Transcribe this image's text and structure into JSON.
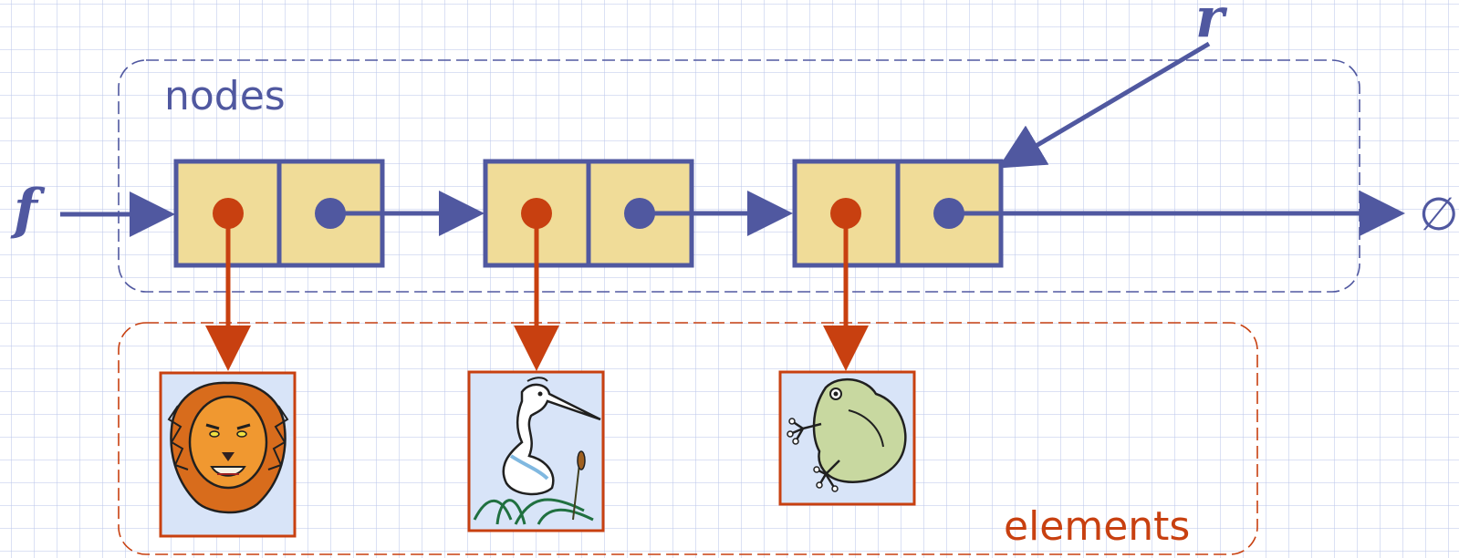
{
  "labels": {
    "front": "f",
    "rear": "r",
    "null_symbol": "∅",
    "nodes_group": "nodes",
    "elements_group": "elements"
  },
  "nodes": [
    {
      "element": "lion",
      "element_icon": "lion-icon"
    },
    {
      "element": "heron",
      "element_icon": "heron-icon"
    },
    {
      "element": "frog",
      "element_icon": "frog-icon"
    }
  ],
  "colors": {
    "blue": "#5058a0",
    "orange": "#c84010",
    "node_fill": "#f0dc98",
    "picture_bg": "#d8e4f8"
  }
}
